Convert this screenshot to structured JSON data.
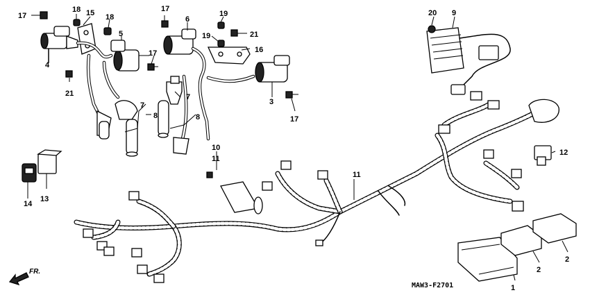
{
  "diagram": {
    "code": "MAW3-F2701",
    "direction_label": "FR."
  },
  "callouts": {
    "c1": "1",
    "c2a": "2",
    "c2b": "2",
    "c3": "3",
    "c4": "4",
    "c5": "5",
    "c6": "6",
    "c7a": "7",
    "c7b": "7",
    "c8a": "8",
    "c8b": "8",
    "c9": "9",
    "c10": "10",
    "c11a": "11",
    "c11b": "11",
    "c12": "12",
    "c13": "13",
    "c14": "14",
    "c15": "15",
    "c16": "16",
    "c17a": "17",
    "c17b": "17",
    "c17c": "17",
    "c17d": "17",
    "c18a": "18",
    "c18b": "18",
    "c19a": "19",
    "c19b": "19",
    "c20": "20",
    "c21a": "21",
    "c21b": "21"
  }
}
